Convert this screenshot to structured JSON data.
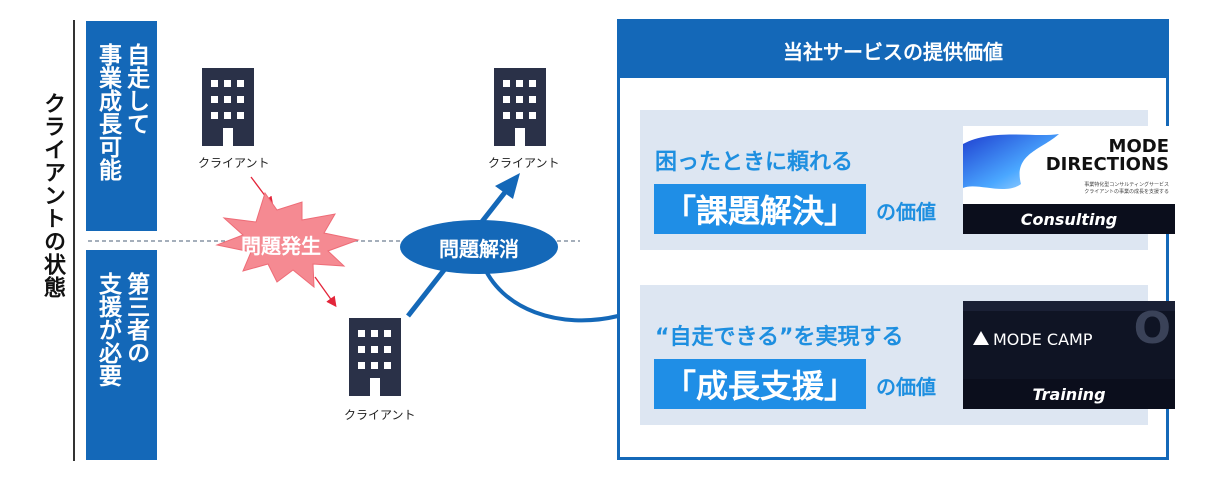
{
  "state_label": "クライアントの状態",
  "side_top": {
    "lines": [
      "自走して",
      "事業成長可能"
    ]
  },
  "side_bottom": {
    "lines": [
      "第三者の",
      "支援が必要"
    ]
  },
  "clients": [
    {
      "label": "クライアント"
    },
    {
      "label": "クライアント"
    },
    {
      "label": "クライアント"
    }
  ],
  "problem_tag": "問題発生",
  "solved_tag": "問題解消",
  "panel": {
    "title": "当社サービスの提供価値",
    "cards": [
      {
        "subtitle": "困ったときに頼れる",
        "key": "「課題解決」",
        "suffix": "の価値",
        "thumb": {
          "brand_line1": "MODE",
          "brand_line2": "DIRECTIONS",
          "tagline1": "事業特化型コンサルティングサービス",
          "tagline2": "クライアントの事業の成長を支援する",
          "caption": "Consulting"
        }
      },
      {
        "subtitle": "“自走できる”を実現する",
        "key": "「成長支援」",
        "suffix": "の価値",
        "thumb": {
          "brand": "MODE CAMP",
          "caption": "Training"
        }
      }
    ]
  },
  "colors": {
    "primary_blue": "#1468b8",
    "accent_blue": "#1e8fe0",
    "card_bg": "#dde6f2",
    "burst": "#f58a92",
    "building": "#2a3148"
  },
  "icons": [
    "building-icon",
    "mode-camp-logo-icon"
  ]
}
